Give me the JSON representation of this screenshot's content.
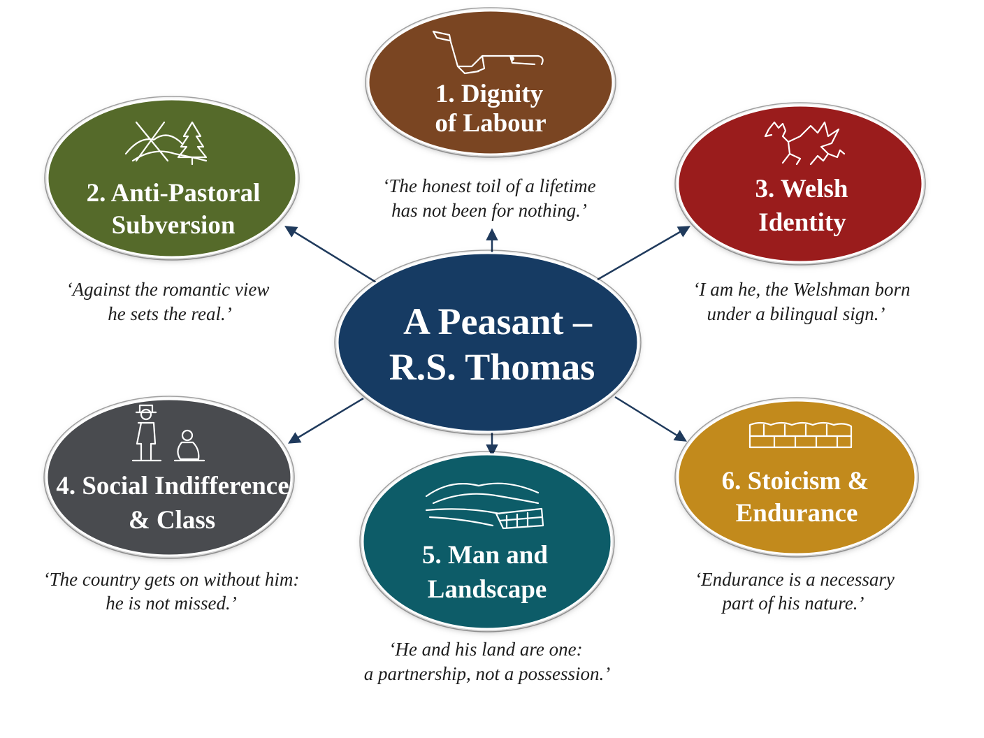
{
  "center": {
    "line1": "A Peasant –",
    "line2": "R.S. Thomas",
    "color": "#143a63"
  },
  "themes": [
    {
      "id": "dignity",
      "line1": "1. Dignity",
      "line2": "of Labour",
      "quote1": "‘The honest toil of a lifetime",
      "quote2": "has not been for nothing.’",
      "color": "#7a4420",
      "icon": "plough-icon"
    },
    {
      "id": "anti-pastoral",
      "line1": "2. Anti-Pastoral",
      "line2": "Subversion",
      "quote1": "‘Against the romantic view",
      "quote2": "he sets the real.’",
      "color": "#556b2a",
      "icon": "crossed-landscape-icon"
    },
    {
      "id": "welsh",
      "line1": "3. Welsh",
      "line2": "Identity",
      "quote1": "‘I am he, the Welshman born",
      "quote2": "under a bilingual sign.’",
      "color": "#9a1a1c",
      "icon": "welsh-dragon-icon"
    },
    {
      "id": "social",
      "line1": "4. Social Indifference",
      "line2": "& Class",
      "quote1": "‘The country gets on without him:",
      "quote2": "he is not missed.’",
      "color": "#4a4c4f",
      "icon": "gentleman-and-peasant-icon"
    },
    {
      "id": "landscape",
      "line1": "5. Man and",
      "line2": "Landscape",
      "quote1": "‘He and his land are one:",
      "quote2": "a partnership, not a possession.’",
      "color": "#0f5c68",
      "icon": "hills-and-wall-icon"
    },
    {
      "id": "stoicism",
      "line1": "6. Stoicism &",
      "line2": "Endurance",
      "quote1": "‘Endurance is a necessary",
      "quote2": "part of his nature.’",
      "color": "#c28a1c",
      "icon": "stone-wall-icon"
    }
  ],
  "arrow_color": "#1f3a5c"
}
